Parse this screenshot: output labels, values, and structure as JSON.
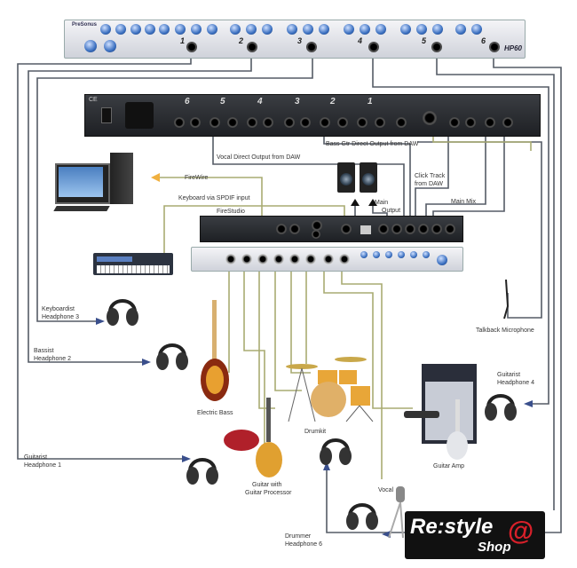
{
  "devices": {
    "hp60": {
      "brand": "PreSonus",
      "model": "HP60",
      "channels": [
        "1",
        "2",
        "3",
        "4",
        "5",
        "6"
      ]
    },
    "rear_panel": {
      "channels": [
        "6",
        "5",
        "4",
        "3",
        "2",
        "1"
      ],
      "ce_mark": "CE"
    },
    "firestudio": {
      "label": "FireStudio"
    }
  },
  "labels": {
    "vocal_direct": "Vocal Direct Output from DAW",
    "bass_direct": "Bass Gtr Direct Output from DAW",
    "firewire": "FireWire",
    "spdif": "Keyboard via SPDIF input",
    "main_output_1": "Main",
    "main_output_2": "Output",
    "click_track_1": "Click Track",
    "click_track_2": "from DAW",
    "main_mix": "Main Mix",
    "talkback_mic": "Talkback Microphone",
    "keyboardist_1": "Keyboardist",
    "keyboardist_2": "Headphone 3",
    "bassist_1": "Bassist",
    "bassist_2": "Headphone 2",
    "electric_bass": "Electric Bass",
    "drumkit": "Drumkit",
    "guitar_proc_1": "Guitar with",
    "guitar_proc_2": "Guitar Processor",
    "guitarist1_1": "Guitarist",
    "guitarist1_2": "Headphone 1",
    "guitarist4_1": "Guitarist",
    "guitarist4_2": "Headphone 4",
    "guitar_amp": "Guitar Amp",
    "vocal": "Vocal",
    "drummer_1": "Drummer",
    "drummer_2": "Headphone 6"
  },
  "logo": {
    "text": "Re:style",
    "sub": "Shop",
    "symbol": "@"
  },
  "colors": {
    "cable_gray": "#555b66",
    "cable_olive": "#a9ab72",
    "arrow_blue": "#3a4f8c",
    "firewire_orange": "#f0b040",
    "logo_red": "#d8202a"
  }
}
